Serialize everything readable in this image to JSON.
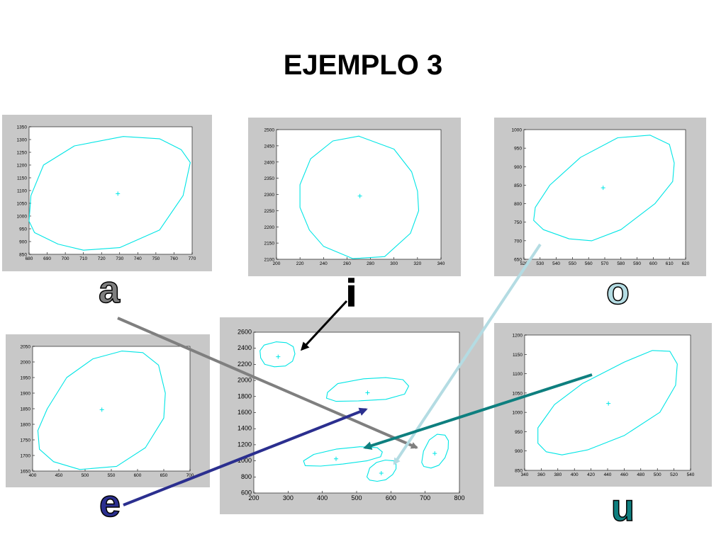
{
  "title": "EJEMPLO 3",
  "vowels": {
    "a": {
      "label": "a",
      "color": "#7f7f7f"
    },
    "i": {
      "label": "i",
      "color": "#000000"
    },
    "o": {
      "label": "o",
      "color": "#b4dce3"
    },
    "e": {
      "label": "e",
      "color": "#2b2f8f"
    },
    "u": {
      "label": "u",
      "color": "#0e7f7f"
    }
  },
  "colors": {
    "ellipse": "#00e5e5",
    "panel_bg": "#c8c8c8"
  },
  "chart_data": [
    {
      "id": "a",
      "type": "scatter",
      "xlim": [
        680,
        770
      ],
      "ylim": [
        850,
        1350
      ],
      "xticks": [
        680,
        690,
        700,
        710,
        720,
        730,
        740,
        750,
        760,
        770
      ],
      "yticks": [
        850,
        900,
        950,
        1000,
        1050,
        1100,
        1150,
        1200,
        1250,
        1300,
        1350
      ],
      "center": [
        729,
        1088
      ],
      "ellipse": [
        [
          769,
          1210
        ],
        [
          764,
          1260
        ],
        [
          752,
          1303
        ],
        [
          732,
          1312
        ],
        [
          705,
          1275
        ],
        [
          688,
          1200
        ],
        [
          681,
          1080
        ],
        [
          680,
          980
        ],
        [
          683,
          935
        ],
        [
          696,
          890
        ],
        [
          710,
          866
        ],
        [
          730,
          876
        ],
        [
          752,
          945
        ],
        [
          765,
          1080
        ],
        [
          769,
          1210
        ]
      ]
    },
    {
      "id": "i",
      "type": "scatter",
      "xlim": [
        200,
        340
      ],
      "ylim": [
        2100,
        2500
      ],
      "xticks": [
        200,
        220,
        240,
        260,
        280,
        300,
        320,
        340
      ],
      "yticks": [
        2100,
        2150,
        2200,
        2250,
        2300,
        2350,
        2400,
        2450,
        2500
      ],
      "center": [
        271,
        2295
      ],
      "ellipse": [
        [
          320,
          2310
        ],
        [
          315,
          2370
        ],
        [
          300,
          2440
        ],
        [
          270,
          2480
        ],
        [
          248,
          2465
        ],
        [
          229,
          2410
        ],
        [
          220,
          2330
        ],
        [
          220,
          2260
        ],
        [
          228,
          2190
        ],
        [
          240,
          2140
        ],
        [
          265,
          2102
        ],
        [
          292,
          2108
        ],
        [
          314,
          2180
        ],
        [
          321,
          2250
        ],
        [
          320,
          2310
        ]
      ]
    },
    {
      "id": "o",
      "type": "scatter",
      "xlim": [
        520,
        620
      ],
      "ylim": [
        650,
        1000
      ],
      "xticks": [
        520,
        530,
        540,
        550,
        560,
        570,
        580,
        590,
        600,
        610,
        620
      ],
      "yticks": [
        650,
        700,
        750,
        800,
        850,
        900,
        950,
        1000
      ],
      "center": [
        569,
        843
      ],
      "ellipse": [
        [
          613,
          910
        ],
        [
          610,
          960
        ],
        [
          598,
          985
        ],
        [
          578,
          978
        ],
        [
          555,
          925
        ],
        [
          536,
          850
        ],
        [
          527,
          790
        ],
        [
          526,
          755
        ],
        [
          532,
          730
        ],
        [
          548,
          705
        ],
        [
          562,
          700
        ],
        [
          580,
          730
        ],
        [
          601,
          800
        ],
        [
          612,
          860
        ],
        [
          613,
          910
        ]
      ]
    },
    {
      "id": "e",
      "type": "scatter",
      "xlim": [
        400,
        700
      ],
      "ylim": [
        1650,
        2050
      ],
      "xticks": [
        400,
        450,
        500,
        550,
        600,
        650,
        700
      ],
      "yticks": [
        1650,
        1700,
        1750,
        1800,
        1850,
        1900,
        1950,
        2000,
        2050
      ],
      "center": [
        532,
        1847
      ],
      "ellipse": [
        [
          653,
          1900
        ],
        [
          640,
          1990
        ],
        [
          610,
          2030
        ],
        [
          570,
          2035
        ],
        [
          515,
          2010
        ],
        [
          465,
          1950
        ],
        [
          428,
          1850
        ],
        [
          410,
          1780
        ],
        [
          413,
          1720
        ],
        [
          440,
          1680
        ],
        [
          490,
          1655
        ],
        [
          560,
          1665
        ],
        [
          615,
          1725
        ],
        [
          650,
          1820
        ],
        [
          653,
          1900
        ]
      ]
    },
    {
      "id": "u",
      "type": "scatter",
      "xlim": [
        340,
        540
      ],
      "ylim": [
        850,
        1200
      ],
      "xticks": [
        340,
        360,
        380,
        400,
        420,
        440,
        460,
        480,
        500,
        520,
        540
      ],
      "yticks": [
        850,
        900,
        950,
        1000,
        1050,
        1100,
        1150,
        1200
      ],
      "center": [
        441,
        1023
      ],
      "ellipse": [
        [
          524,
          1125
        ],
        [
          515,
          1158
        ],
        [
          494,
          1160
        ],
        [
          460,
          1130
        ],
        [
          410,
          1075
        ],
        [
          376,
          1020
        ],
        [
          356,
          960
        ],
        [
          356,
          920
        ],
        [
          366,
          898
        ],
        [
          385,
          890
        ],
        [
          416,
          903
        ],
        [
          460,
          940
        ],
        [
          503,
          1000
        ],
        [
          522,
          1070
        ],
        [
          524,
          1125
        ]
      ]
    },
    {
      "id": "combined",
      "type": "scatter",
      "xlim": [
        200,
        800
      ],
      "ylim": [
        600,
        2600
      ],
      "xticks": [
        200,
        300,
        400,
        500,
        600,
        700,
        800
      ],
      "yticks": [
        600,
        800,
        1000,
        1200,
        1400,
        1600,
        1800,
        2000,
        2200,
        2400,
        2600
      ],
      "clusters": [
        {
          "id": "i",
          "center": [
            271,
            2295
          ],
          "ellipse": [
            [
              320,
              2330
            ],
            [
              315,
              2420
            ],
            [
              295,
              2470
            ],
            [
              265,
              2480
            ],
            [
              230,
              2440
            ],
            [
              218,
              2370
            ],
            [
              220,
              2280
            ],
            [
              232,
              2200
            ],
            [
              260,
              2170
            ],
            [
              292,
              2180
            ],
            [
              313,
              2240
            ],
            [
              320,
              2330
            ]
          ]
        },
        {
          "id": "e",
          "center": [
            532,
            1847
          ],
          "ellipse": [
            [
              652,
              1930
            ],
            [
              635,
              2010
            ],
            [
              585,
              2035
            ],
            [
              520,
              2020
            ],
            [
              445,
              1960
            ],
            [
              415,
              1850
            ],
            [
              412,
              1780
            ],
            [
              440,
              1740
            ],
            [
              505,
              1745
            ],
            [
              585,
              1765
            ],
            [
              640,
              1830
            ],
            [
              652,
              1930
            ]
          ]
        },
        {
          "id": "a",
          "center": [
            440,
            1025
          ],
          "ellipse": [
            [
              575,
              1110
            ],
            [
              560,
              1165
            ],
            [
              510,
              1175
            ],
            [
              440,
              1145
            ],
            [
              375,
              1080
            ],
            [
              345,
              1000
            ],
            [
              350,
              940
            ],
            [
              395,
              935
            ],
            [
              460,
              960
            ],
            [
              530,
              1000
            ],
            [
              570,
              1050
            ],
            [
              575,
              1110
            ]
          ]
        },
        {
          "id": "o",
          "center": [
            572,
            847
          ],
          "ellipse": [
            [
              615,
              960
            ],
            [
              608,
              1000
            ],
            [
              584,
              1010
            ],
            [
              558,
              980
            ],
            [
              538,
              910
            ],
            [
              530,
              800
            ],
            [
              538,
              760
            ],
            [
              560,
              745
            ],
            [
              585,
              765
            ],
            [
              605,
              830
            ],
            [
              615,
              900
            ],
            [
              615,
              960
            ]
          ]
        },
        {
          "id": "u",
          "center": [
            728,
            1092
          ],
          "ellipse": [
            [
              768,
              1250
            ],
            [
              758,
              1320
            ],
            [
              735,
              1330
            ],
            [
              712,
              1260
            ],
            [
              695,
              1120
            ],
            [
              690,
              980
            ],
            [
              696,
              930
            ],
            [
              717,
              910
            ],
            [
              740,
              945
            ],
            [
              758,
              1040
            ],
            [
              767,
              1150
            ],
            [
              768,
              1250
            ]
          ]
        }
      ]
    }
  ]
}
